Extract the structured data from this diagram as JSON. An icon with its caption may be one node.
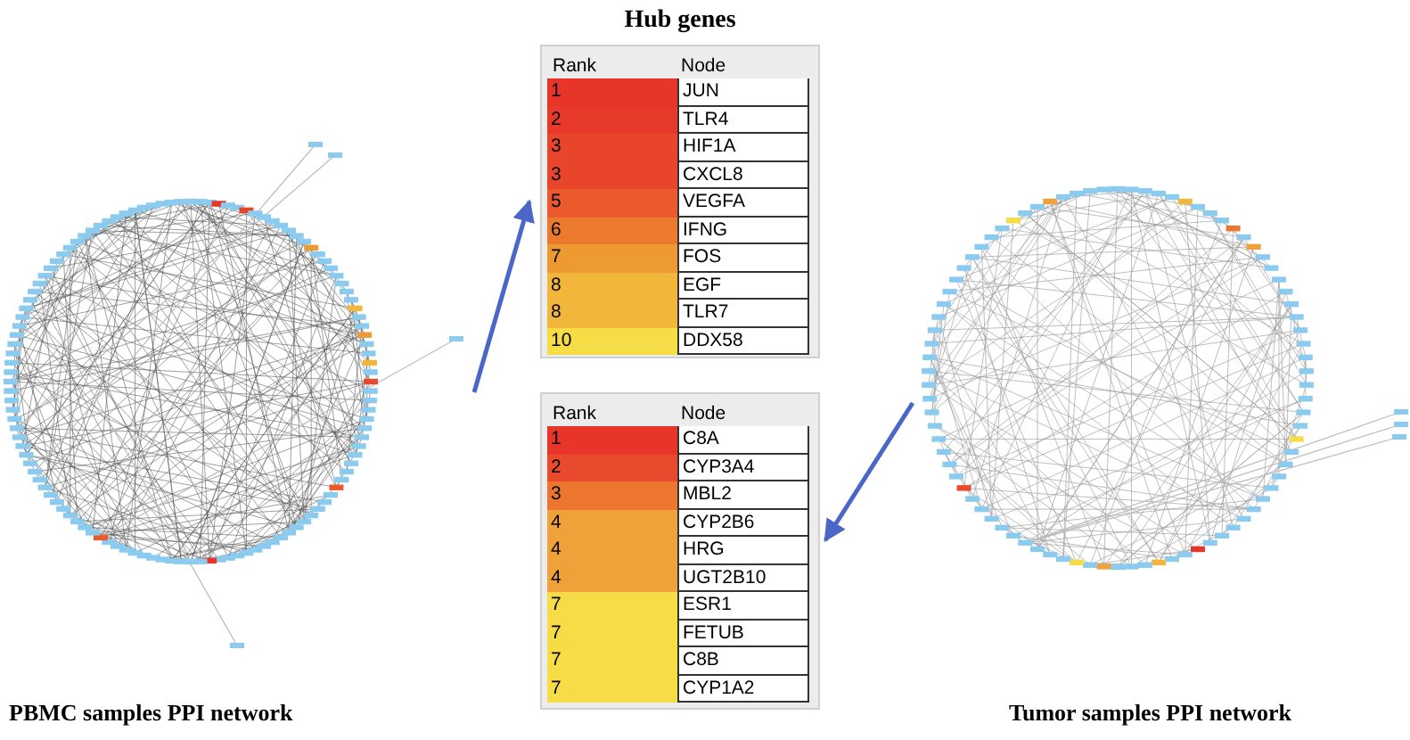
{
  "diagram": {
    "nodes": [
      {
        "text": [],
        "shape": "picture"
      },
      {
        "text": [
          "Hub genes"
        ]
      },
      {
        "text": [],
        "shape": "box"
      },
      {
        "text": [],
        "shape": "picture"
      }
    ],
    "edges": [
      {
        "from": 0,
        "to": 1,
        "arrow": "to"
      },
      {
        "from": 3,
        "to": 2,
        "arrow": "to"
      }
    ],
    "labels": [
      "Rank",
      "Node",
      "1",
      "JUN",
      "2",
      "TLR4",
      "3",
      "HIF1A",
      "3",
      "CXCL8",
      "5",
      "VEGFA",
      "6",
      "IFNG",
      "7",
      "FOS",
      "8",
      "EGF",
      "8",
      "TLR7",
      "10",
      "DDX58",
      "Rank",
      "Node",
      "1",
      "C8A",
      "2",
      "CYP3A4",
      "3",
      "MBL2",
      "4",
      "CYP2B6",
      "4",
      "HRG",
      "4",
      "UGT2B10",
      "7",
      "ESR1",
      "7",
      "FETUB",
      "7",
      "C8B",
      "7",
      "CYP1A2",
      "PBMC samples PPI network",
      "Tumor samples PPI network"
    ]
  }
}
